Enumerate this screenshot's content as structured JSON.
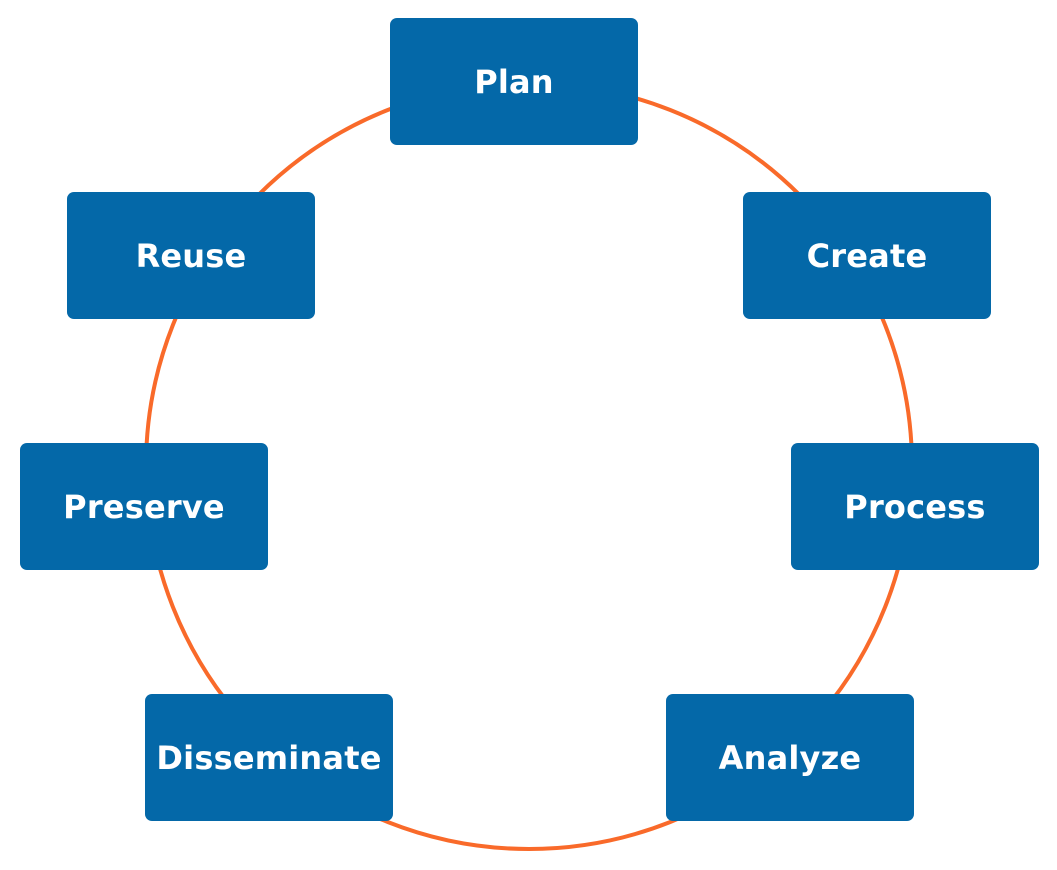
{
  "diagram": {
    "ring_color": "#f96a2a",
    "box_color": "#0468a8",
    "text_color": "#ffffff",
    "stages": [
      {
        "id": "plan",
        "label": "Plan"
      },
      {
        "id": "create",
        "label": "Create"
      },
      {
        "id": "process",
        "label": "Process"
      },
      {
        "id": "analyze",
        "label": "Analyze"
      },
      {
        "id": "disseminate",
        "label": "Disseminate"
      },
      {
        "id": "preserve",
        "label": "Preserve"
      },
      {
        "id": "reuse",
        "label": "Reuse"
      }
    ]
  }
}
